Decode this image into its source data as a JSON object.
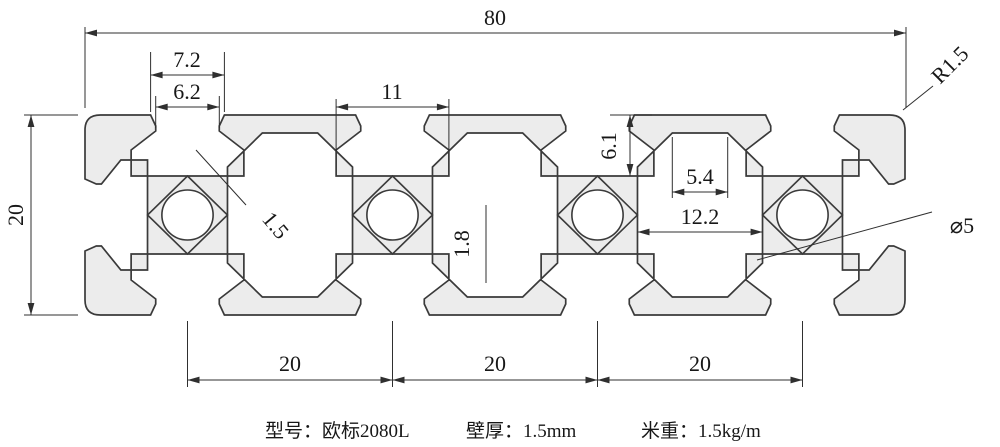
{
  "dimensions": {
    "overall_width": "80",
    "overall_height": "20",
    "slot_chamfer_width": "7.2",
    "slot_opening": "6.2",
    "slot_cavity_width": "11",
    "slot_depth": "6.1",
    "cavity_top_width": "5.4",
    "cavity_width": "12.2",
    "wall_thickness": "1.5",
    "center_wall_thickness": "1.8",
    "corner_radius": "R1.5",
    "hole_diameter": "⌀5",
    "hole_pitch_1": "20",
    "hole_pitch_2": "20",
    "hole_pitch_3": "20"
  },
  "footer": {
    "model": "型号：欧标2080L",
    "wall_thickness": "壁厚：1.5mm",
    "weight_per_meter": "米重：1.5kg/m"
  },
  "colors": {
    "line": "#2f2f2f",
    "profile_fill": "#ececec",
    "background": "#ffffff"
  }
}
